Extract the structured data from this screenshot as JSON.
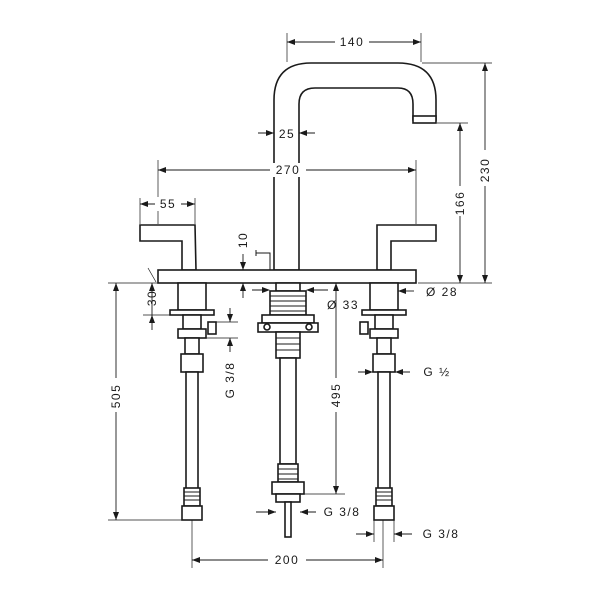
{
  "dimensions": {
    "spout_reach": "140",
    "spout_tube_diameter": "25",
    "center_spread": "270",
    "handle_projection": "55",
    "deck_thickness": "10",
    "spout_height": "166",
    "overall_height": "230",
    "valve_body_height": "30",
    "shank_diameter": "Ø 33",
    "valve_diameter": "Ø 28",
    "supply_length": "505",
    "center_shank_length": "495",
    "thread_valve_left": "G 3/8",
    "thread_valve_right": "G ½",
    "thread_center": "G 3/8",
    "thread_hose": "G 3/8",
    "hose_spacing": "200"
  }
}
